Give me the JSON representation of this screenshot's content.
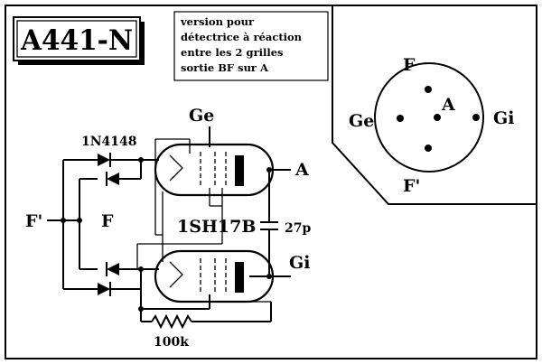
{
  "title": "A441-N",
  "note_lines": [
    "version  pour",
    "détectrice  à  réaction",
    "entre  les  2  grilles",
    "sortie  BF  sur  A"
  ],
  "labels": {
    "diode": "1N4148",
    "ge_top": "Ge",
    "a_out": "A",
    "f_prime": "F'",
    "f": "F",
    "tube": "1SH17B",
    "cap": "27p",
    "gi_out": "Gi",
    "res": "100k"
  },
  "socket": {
    "pin_f": "F",
    "pin_ge": "Ge",
    "pin_a": "A",
    "pin_gi": "Gi",
    "pin_f_prime": "F'"
  }
}
